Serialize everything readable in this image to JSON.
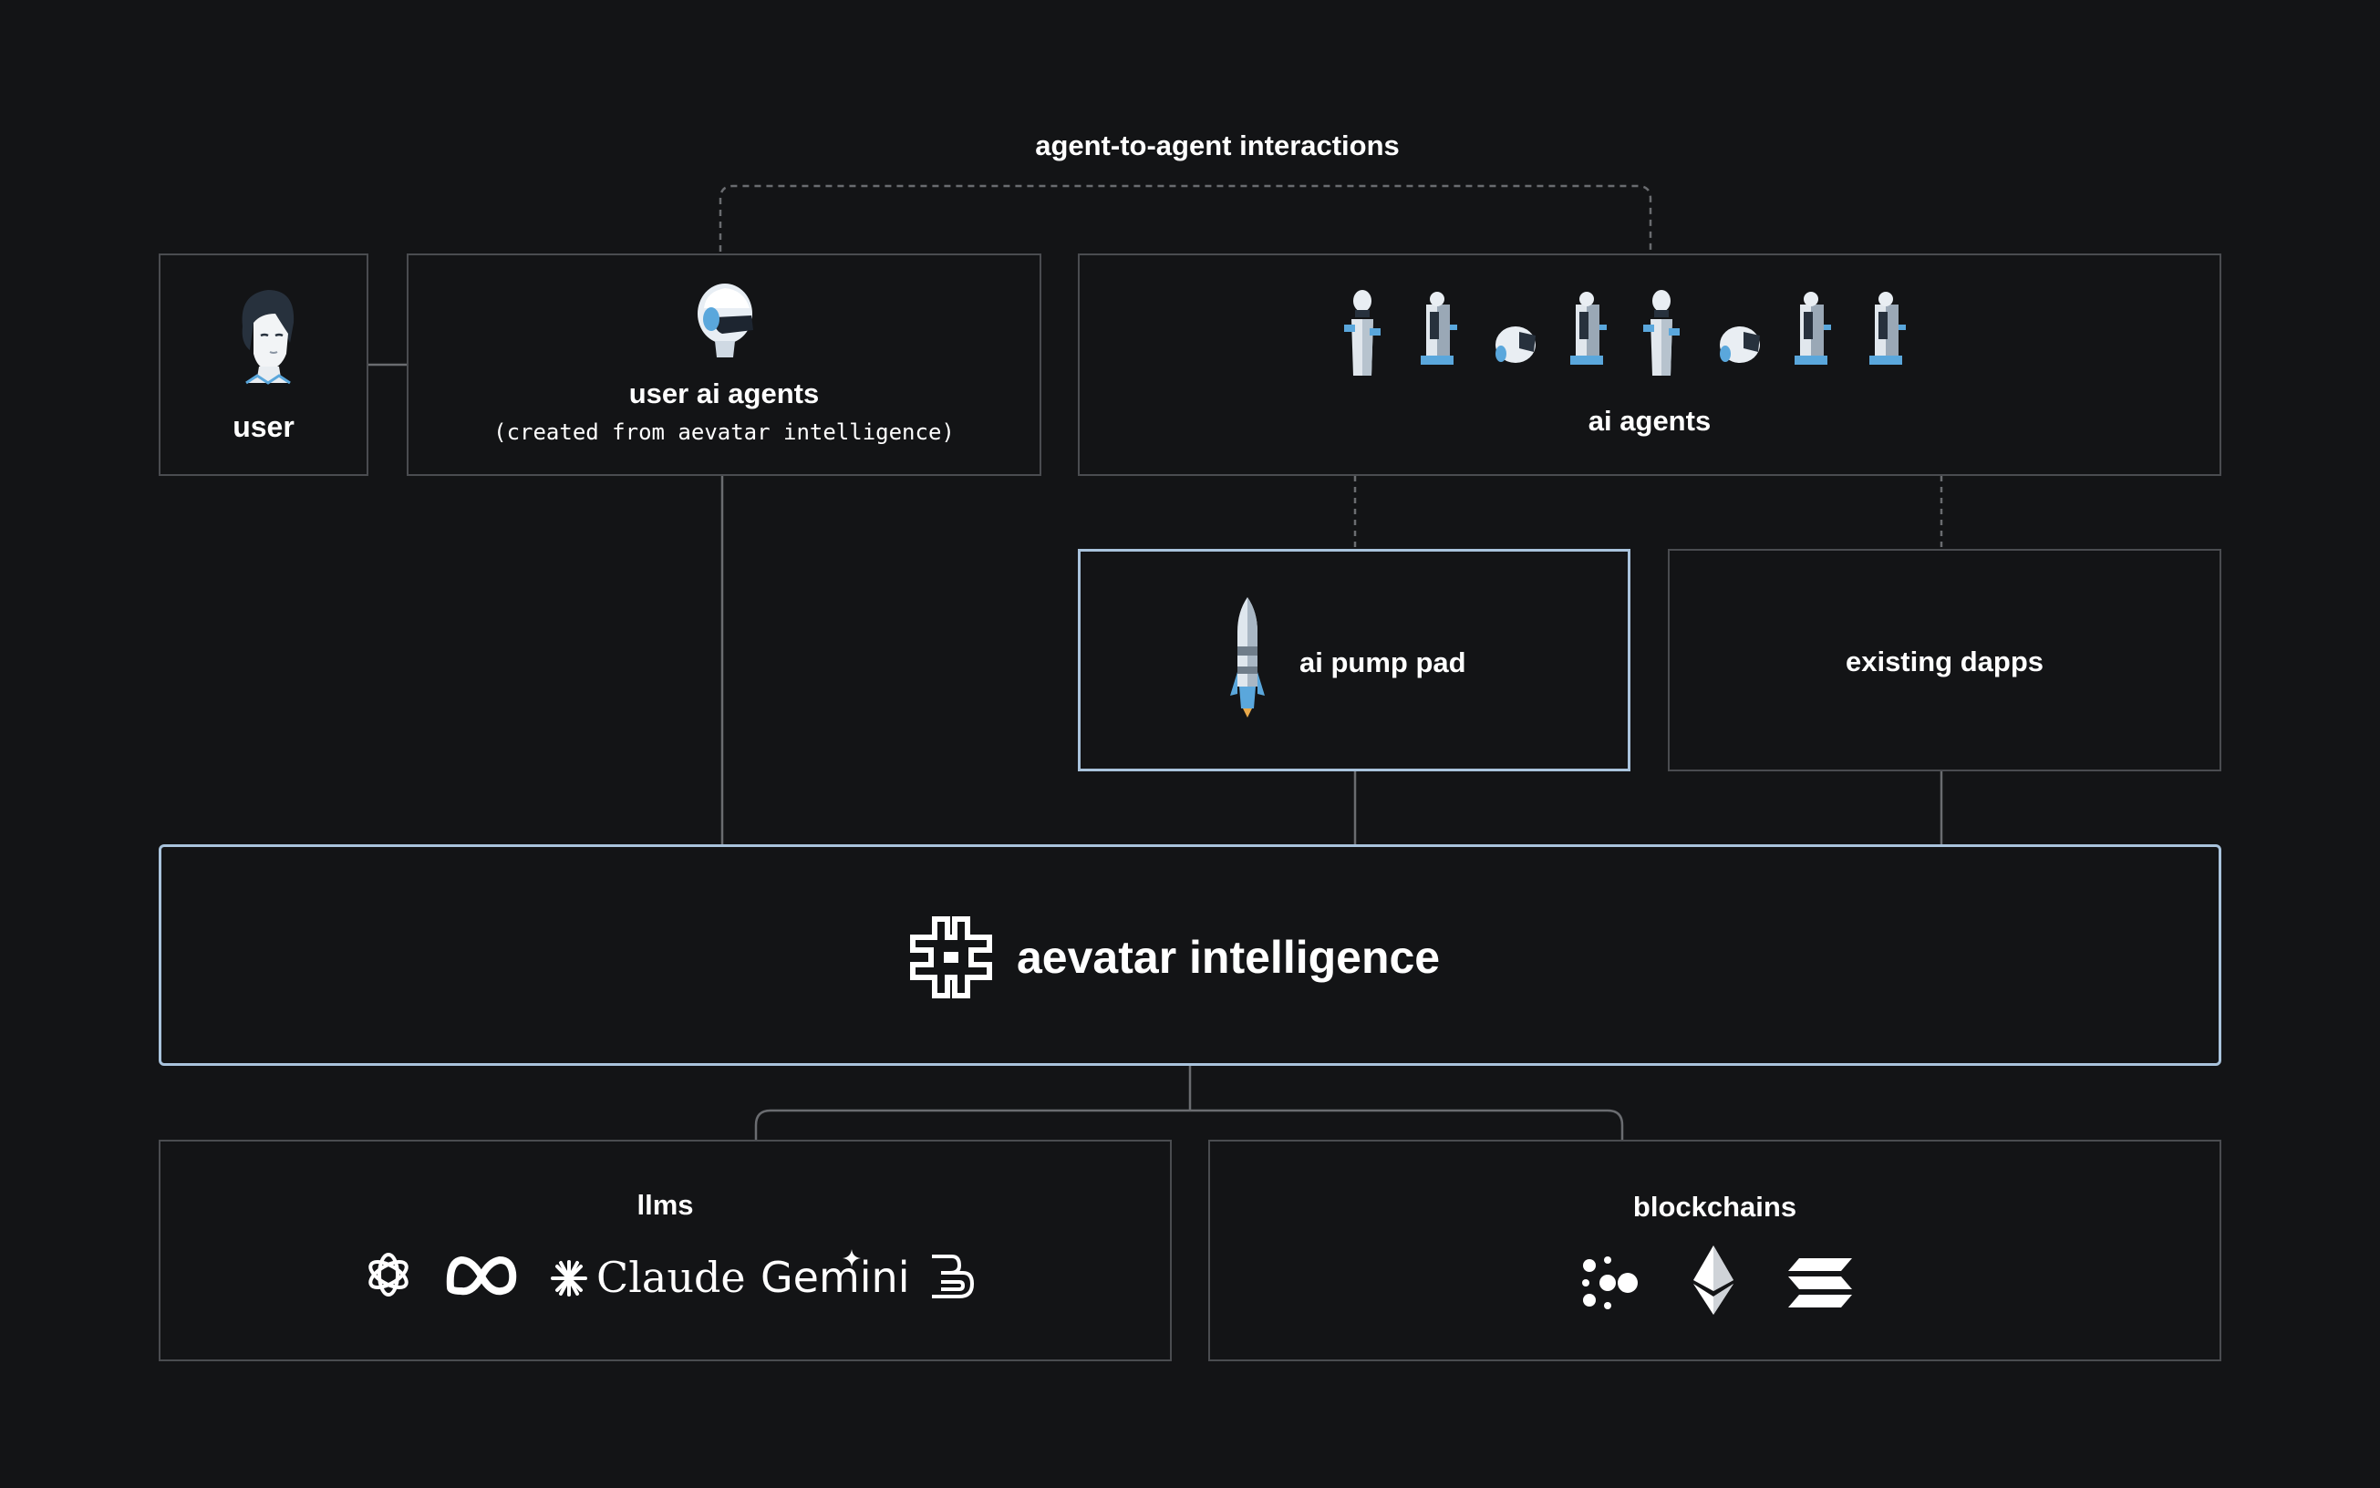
{
  "top_label": "agent-to-agent interactions",
  "user": {
    "label": "user",
    "icon": "user-portrait-icon"
  },
  "user_ai_agents": {
    "title": "user ai agents",
    "subtitle": "(created from aevatar intelligence)",
    "icon": "helmet-robot-icon"
  },
  "ai_agents": {
    "title": "ai agents",
    "icons": [
      "robot-1-icon",
      "robot-2-icon",
      "robot-3-icon",
      "robot-4-icon",
      "robot-5-icon",
      "robot-6-icon",
      "robot-7-icon",
      "robot-8-icon"
    ]
  },
  "ai_pump_pad": {
    "label": "ai pump pad",
    "icon": "rocket-icon"
  },
  "existing_dapps": {
    "label": "existing dapps"
  },
  "core": {
    "label": "aevatar intelligence",
    "icon": "aevatar-logo-icon"
  },
  "llms": {
    "title": "llms",
    "logos": [
      {
        "name": "openai-logo-icon",
        "text": ""
      },
      {
        "name": "meta-logo-icon",
        "text": ""
      },
      {
        "name": "claude-logo",
        "text": "Claude"
      },
      {
        "name": "gemini-logo",
        "text": "Gemini"
      },
      {
        "name": "deepseek-logo-icon",
        "text": ""
      }
    ]
  },
  "blockchains": {
    "title": "blockchains",
    "logos": [
      "aelf-logo-icon",
      "ethereum-logo-icon",
      "solana-logo-icon"
    ]
  },
  "colors": {
    "background": "#131416",
    "border": "#4a4c50",
    "highlight_border": "#a9c3dc",
    "text": "#ffffff",
    "robot_blue": "#5aa7dc"
  }
}
